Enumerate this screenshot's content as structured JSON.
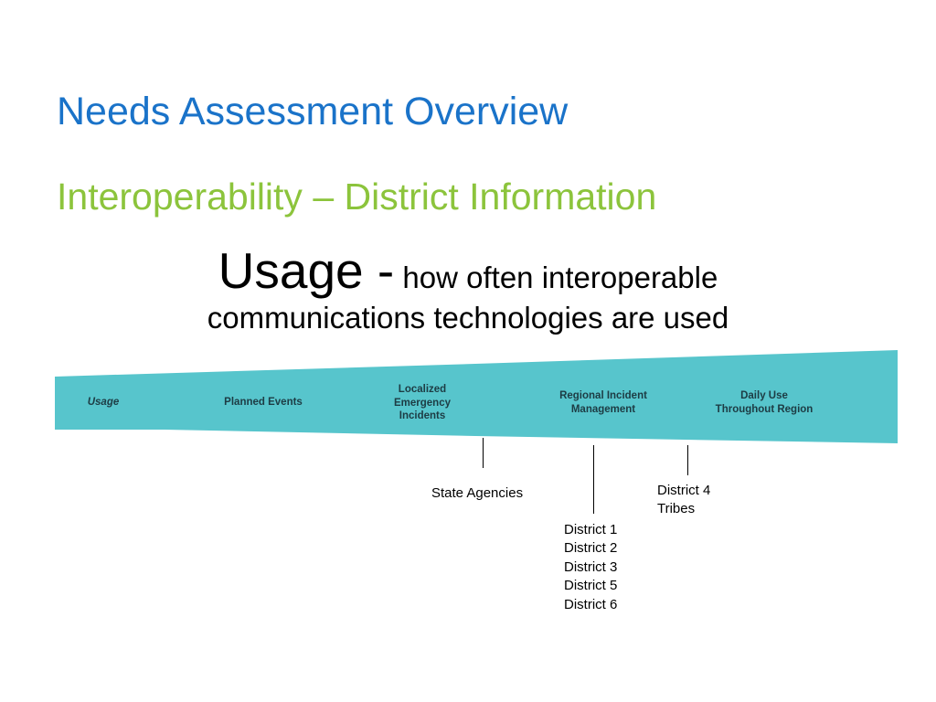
{
  "title": "Needs Assessment Overview",
  "subtitle": "Interoperability – District Information",
  "heading": {
    "main": "Usage -",
    "rest": " how often interoperable",
    "line2": "communications technologies are used"
  },
  "colors": {
    "title": "#1a73c9",
    "subtitle": "#8cc43c",
    "band": "#57c5cc"
  },
  "continuum": {
    "label": "Usage",
    "stages": [
      [
        "Planned Events"
      ],
      [
        "Localized",
        "Emergency",
        "Incidents"
      ],
      [
        "Regional Incident",
        "Management"
      ],
      [
        "Daily Use",
        "Throughout Region"
      ]
    ]
  },
  "groups": {
    "localized": [
      "State Agencies"
    ],
    "regional": [
      "District 1",
      "District 2",
      "District 3",
      "District 5",
      "District 6"
    ],
    "daily": [
      "District 4",
      "Tribes"
    ]
  }
}
